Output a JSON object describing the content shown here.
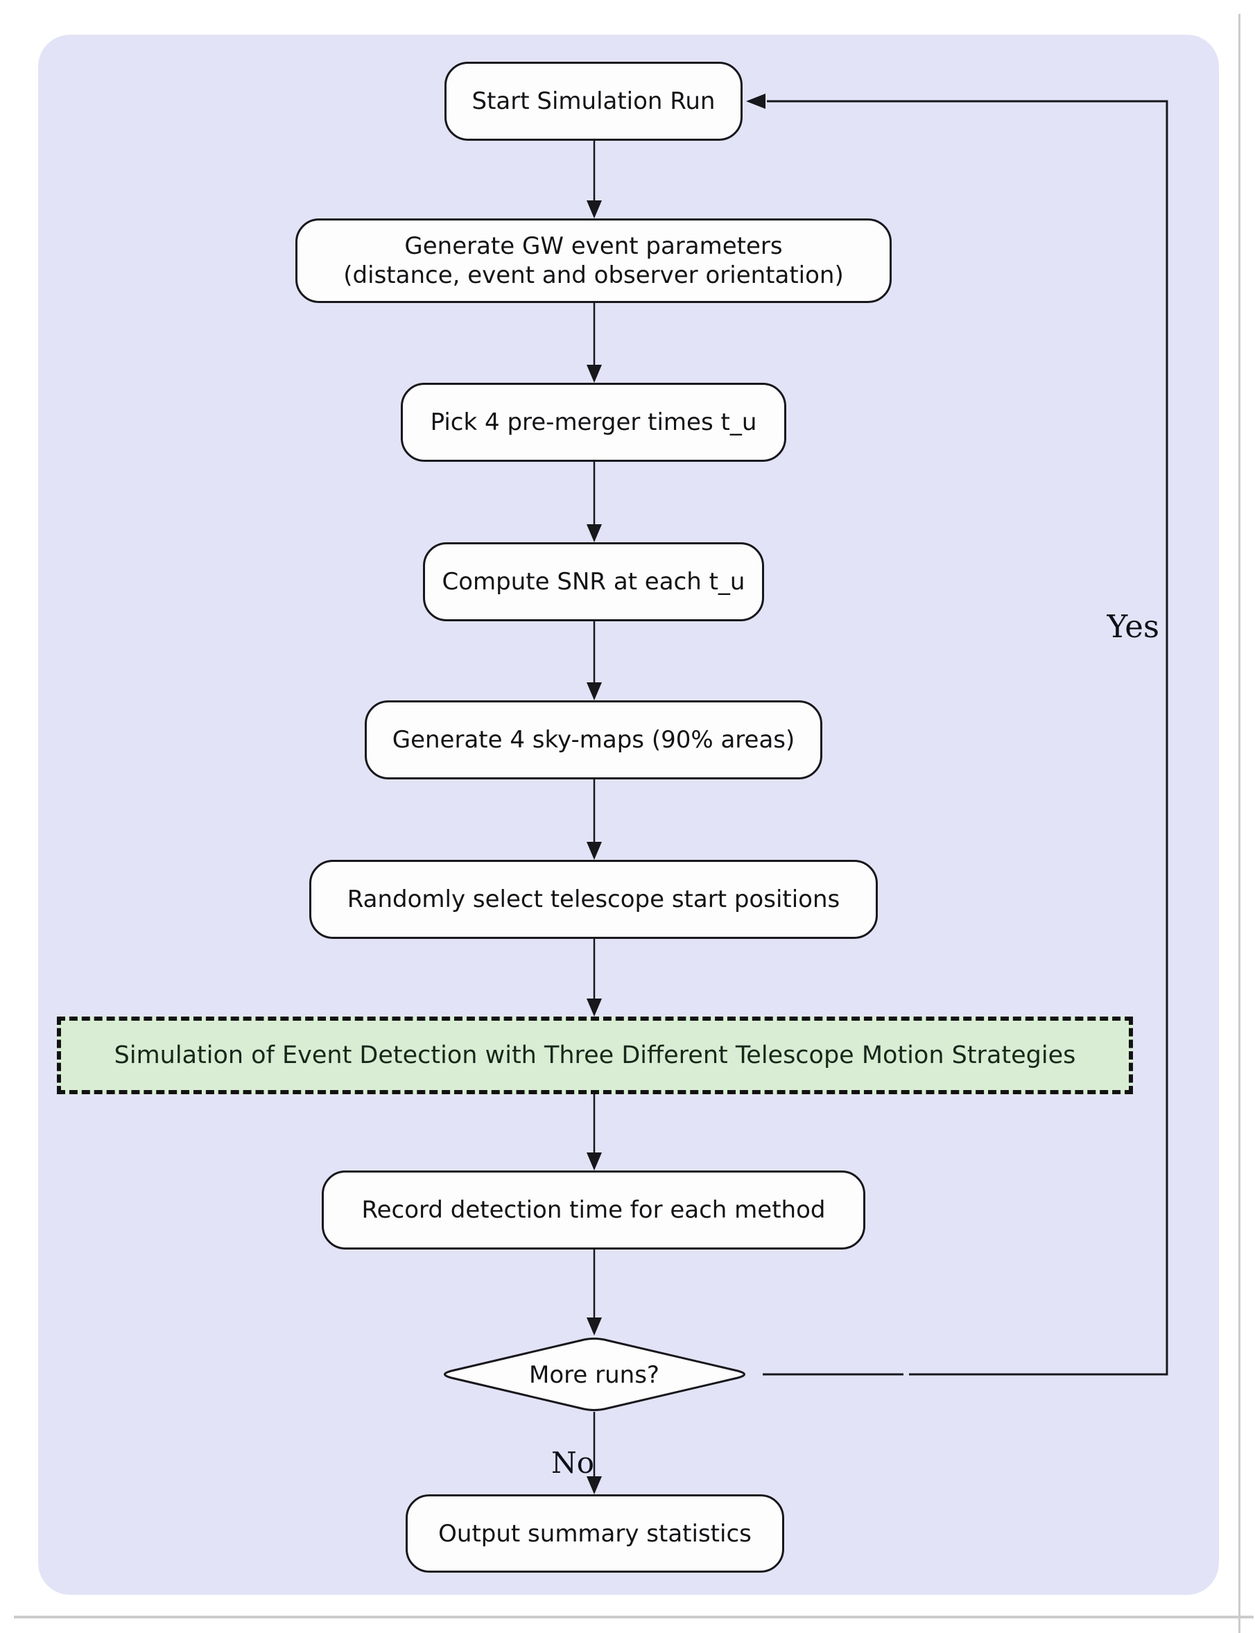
{
  "colors": {
    "panel_bg": "#e3e3f7",
    "node_bg": "#fdfdfe",
    "node_border": "#17171c",
    "text": "#131316",
    "banner_bg": "#d8edd3",
    "banner_border": "#121212",
    "banner_text": "#18271a",
    "arrow": "#17171c",
    "edge_label": "#0f1018",
    "page_edge": "#cccccc"
  },
  "flowchart": {
    "nodes": {
      "start": {
        "label": "Start Simulation Run"
      },
      "generate_gw": {
        "label": "Generate GW event parameters\n(distance, event and observer orientation)"
      },
      "pick_times": {
        "label": "Pick 4 pre-merger times t_u"
      },
      "compute_snr": {
        "label": "Compute SNR at each t_u"
      },
      "sky_maps": {
        "label": "Generate 4 sky-maps (90% areas)"
      },
      "telescope_start": {
        "label": "Randomly select telescope start positions"
      },
      "simulation_banner": {
        "label": "Simulation of Event Detection with Three Different Telescope Motion Strategies"
      },
      "record_time": {
        "label": "Record detection time for each method"
      },
      "more_runs": {
        "label": "More runs?"
      },
      "output_stats": {
        "label": "Output summary statistics"
      }
    },
    "edge_labels": {
      "yes": "Yes",
      "no": "No"
    }
  }
}
